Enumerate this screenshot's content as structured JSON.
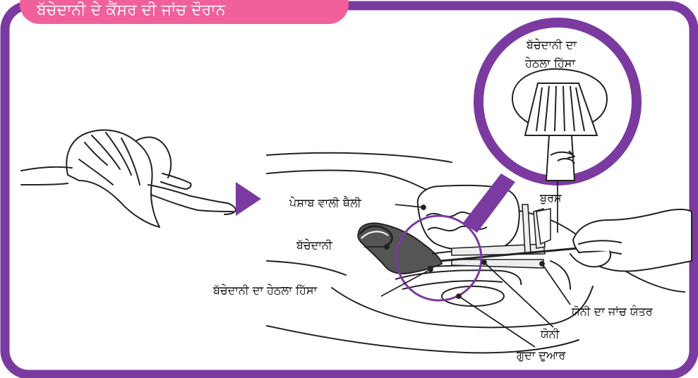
{
  "title": "ਬੱਚੇਦਾਨੀ ਦੇ ਕੈਂਸਰ ਦੀ ਜਾਂਚ ਦੌਰਾਨ",
  "labels": {
    "bladder": "ਪੇਸ਼ਾਬ ਵਾਲੀ ਥੈਲੀ",
    "uterus": "ਬੱਚੇਦਾਨੀ",
    "cervix": "ਬੱਚੇਦਾਨੀ ਦਾ ਹੇਠਲਾ ਹਿੱਸਾ",
    "brush": "ਬੁਰਸ਼",
    "speculum": "ਯੋਨੀ ਦਾ ਜਾਂਚ ਯੰਤਰ",
    "vagina": "ਯੋਨੀ",
    "anus": "ਗੁਦਾ ਦੁਆਰ",
    "zoom_line1": "ਬੱਚੇਦਾਨੀ ਦਾ",
    "zoom_line2": "ਹੇਠਲਾ ਹਿੱਸਾ"
  },
  "colors": {
    "frame": "#7b3aa0",
    "title_tab": "#f0609b",
    "uterus": "#555555"
  }
}
